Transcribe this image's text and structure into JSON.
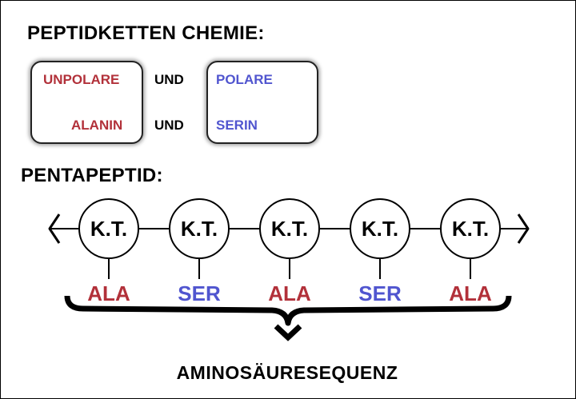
{
  "title": "PEPTIDKETTEN CHEMIE:",
  "comparison": {
    "left_card": {
      "top": "UNPOLARE",
      "bottom": "ALANIN"
    },
    "connector_top": "UND",
    "connector_bottom": "UND",
    "right_card": {
      "top": "POLARE",
      "bottom": "SERIN"
    }
  },
  "subtitle": "PENTAPEPTID:",
  "chain": {
    "units": [
      {
        "core": "K.T.",
        "amino_acid": "ALA",
        "kind": "unpolar"
      },
      {
        "core": "K.T.",
        "amino_acid": "SER",
        "kind": "polar"
      },
      {
        "core": "K.T.",
        "amino_acid": "ALA",
        "kind": "unpolar"
      },
      {
        "core": "K.T.",
        "amino_acid": "SER",
        "kind": "polar"
      },
      {
        "core": "K.T.",
        "amino_acid": "ALA",
        "kind": "unpolar"
      }
    ]
  },
  "sequence_label": "AMINOSÄURESEQUENZ",
  "colors": {
    "unpolar": "#b2313a",
    "polar": "#5055cf",
    "line": "#000000"
  }
}
